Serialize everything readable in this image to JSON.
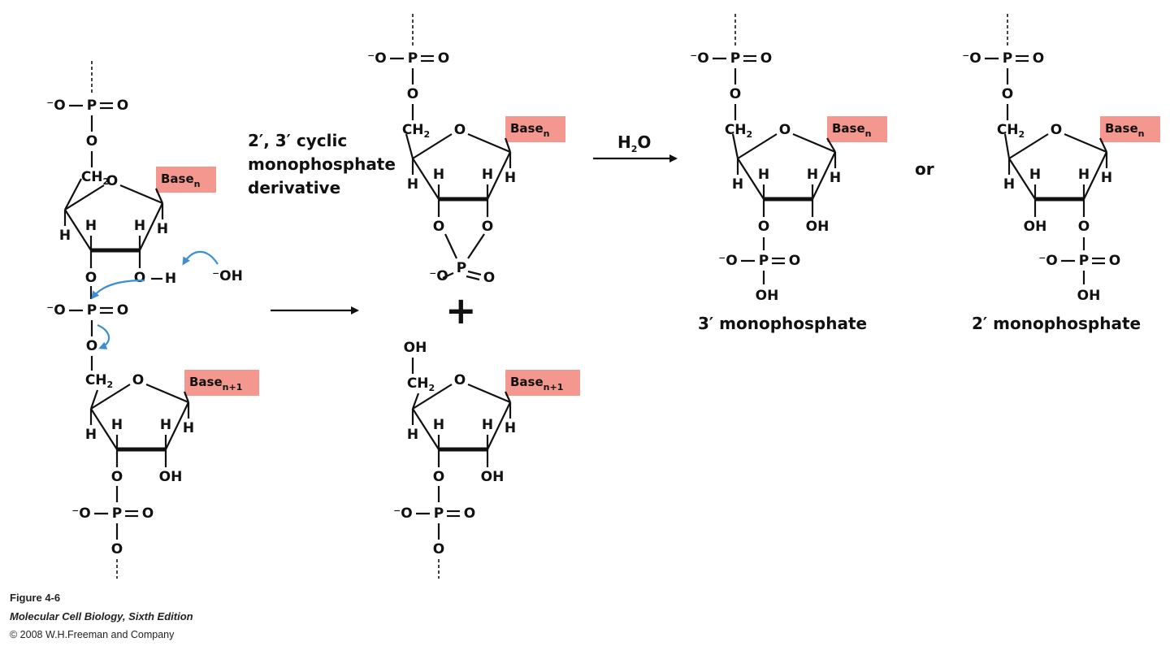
{
  "colors": {
    "base_box": "#f4978e",
    "arrow_blue": "#3a8fd4",
    "ink": "#111111"
  },
  "atoms": {
    "O": "O",
    "P": "P",
    "H": "H",
    "OH": "OH",
    "CH": "CH",
    "two": "2",
    "minus_O": "⁻O",
    "minus_OH": "⁻OH",
    "plus": "+"
  },
  "bases": {
    "base_label": "Base",
    "sub_n": "n",
    "sub_n1": "n+1"
  },
  "labels": {
    "cyclic_line1": "2′, 3′ cyclic",
    "cyclic_line2": "monophosphate",
    "cyclic_line3": "derivative",
    "water": "H",
    "water_sub": "2",
    "water_O": "O",
    "or": "or",
    "three_prime": "3′ monophosphate",
    "two_prime": "2′ monophosphate"
  },
  "caption": {
    "figure": "Figure 4-6",
    "book": "Molecular Cell Biology, Sixth Edition",
    "copyright": "© 2008 W.H.Freeman and Company"
  }
}
